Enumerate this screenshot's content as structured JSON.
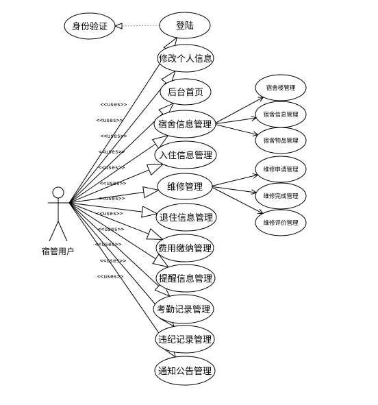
{
  "actor": {
    "label": "宿管用户"
  },
  "identity": {
    "label": "身份验证"
  },
  "uses_label": "<<uses>>",
  "use_cases": [
    {
      "id": "login",
      "label": "登陆"
    },
    {
      "id": "profile",
      "label": "修改个人信息"
    },
    {
      "id": "home",
      "label": "后台首页"
    },
    {
      "id": "dorm-info",
      "label": "宿舍信息管理"
    },
    {
      "id": "checkin",
      "label": "入住信息管理"
    },
    {
      "id": "repair",
      "label": "维修管理"
    },
    {
      "id": "checkout",
      "label": "退住信息管理"
    },
    {
      "id": "fee",
      "label": "费用缴纳管理"
    },
    {
      "id": "reminder",
      "label": "提醒信息管理"
    },
    {
      "id": "attendance",
      "label": "考勤记录管理"
    },
    {
      "id": "violation",
      "label": "违纪记录管理"
    },
    {
      "id": "notice",
      "label": "通知公告管理"
    }
  ],
  "dorm_sub": [
    {
      "id": "building",
      "label": "宿舍楼管理"
    },
    {
      "id": "dorm",
      "label": "宿舍信息管理"
    },
    {
      "id": "goods",
      "label": "宿舍物品管理"
    }
  ],
  "repair_sub": [
    {
      "id": "apply",
      "label": "维修申请管理"
    },
    {
      "id": "done",
      "label": "维修完成管理"
    },
    {
      "id": "rate",
      "label": "维修评价管理"
    }
  ]
}
